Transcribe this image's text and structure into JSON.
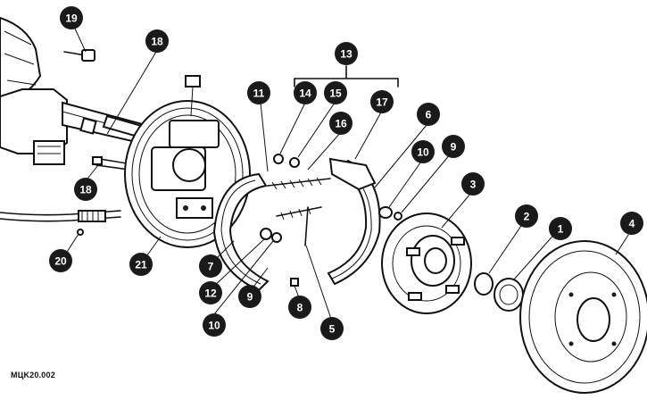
{
  "figure": {
    "code": "MЦK20.002"
  },
  "callouts": [
    {
      "id": "c19",
      "label": "19"
    },
    {
      "id": "c18a",
      "label": "18"
    },
    {
      "id": "c18b",
      "label": "18"
    },
    {
      "id": "c20",
      "label": "20"
    },
    {
      "id": "c21",
      "label": "21"
    },
    {
      "id": "c11",
      "label": "11"
    },
    {
      "id": "c14",
      "label": "14"
    },
    {
      "id": "c15",
      "label": "15"
    },
    {
      "id": "c16",
      "label": "16"
    },
    {
      "id": "c17",
      "label": "17"
    },
    {
      "id": "c13",
      "label": "13"
    },
    {
      "id": "c6",
      "label": "6"
    },
    {
      "id": "c10a",
      "label": "10"
    },
    {
      "id": "c9a",
      "label": "9"
    },
    {
      "id": "c3",
      "label": "3"
    },
    {
      "id": "c2",
      "label": "2"
    },
    {
      "id": "c1",
      "label": "1"
    },
    {
      "id": "c4",
      "label": "4"
    },
    {
      "id": "c7",
      "label": "7"
    },
    {
      "id": "c12",
      "label": "12"
    },
    {
      "id": "c9b",
      "label": "9"
    },
    {
      "id": "c10b",
      "label": "10"
    },
    {
      "id": "c8",
      "label": "8"
    },
    {
      "id": "c5",
      "label": "5"
    }
  ]
}
